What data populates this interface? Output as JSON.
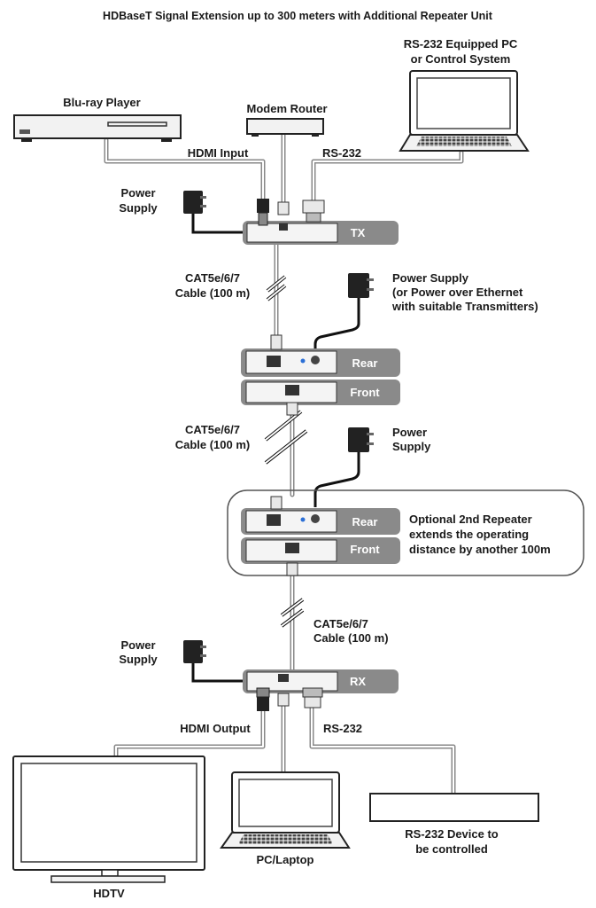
{
  "title": "HDBaseT Signal Extension up to 300 meters with Additional Repeater Unit",
  "sources": {
    "bluray": "Blu-ray Player",
    "router": "Modem Router",
    "pc_line1": "RS-232 Equipped PC",
    "pc_line2": "or Control System"
  },
  "tx": {
    "hdmi_input": "HDMI Input",
    "rs232": "RS-232",
    "power_line1": "Power",
    "power_line2": "Supply",
    "unit_label": "TX"
  },
  "cable1": {
    "line1": "CAT5e/6/7",
    "line2": "Cable (100 m)"
  },
  "repeater1": {
    "power_line1": "Power Supply",
    "power_line2": "(or Power over Ethernet",
    "power_line3": "with suitable Transmitters)",
    "rear": "Rear",
    "front": "Front"
  },
  "cable2": {
    "line1": "CAT5e/6/7",
    "line2": "Cable (100 m)"
  },
  "repeater2": {
    "power_line1": "Power",
    "power_line2": "Supply",
    "rear": "Rear",
    "front": "Front",
    "note_line1": "Optional 2nd Repeater",
    "note_line2": "extends the operating",
    "note_line3": "distance by another 100m"
  },
  "cable3": {
    "line1": "CAT5e/6/7",
    "line2": "Cable (100 m)"
  },
  "rx": {
    "power_line1": "Power",
    "power_line2": "Supply",
    "unit_label": "RX",
    "hdmi_output": "HDMI Output",
    "rs232": "RS-232"
  },
  "outputs": {
    "hdtv": "HDTV",
    "laptop": "PC/Laptop",
    "device_line1": "RS-232 Device to",
    "device_line2": "be controlled"
  }
}
